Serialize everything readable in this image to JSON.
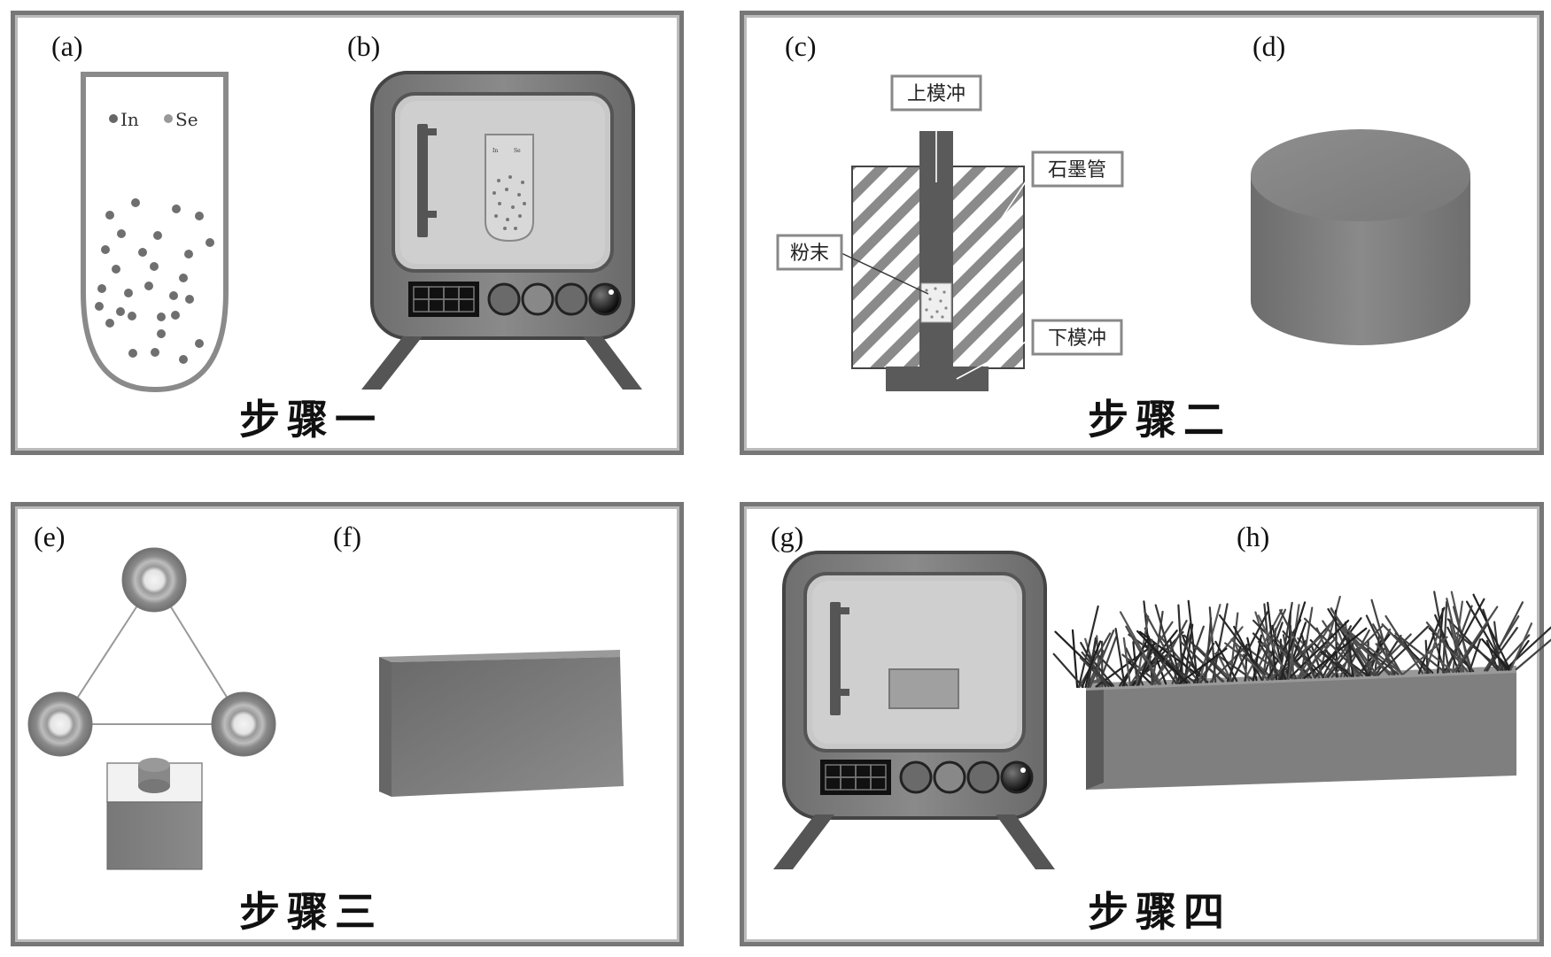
{
  "panels": [
    {
      "step_label": "步骤一",
      "sub_labels": [
        "(a)",
        "(b)"
      ]
    },
    {
      "step_label": "步骤二",
      "sub_labels": [
        "(c)",
        "(d)"
      ]
    },
    {
      "step_label": "步骤三",
      "sub_labels": [
        "(e)",
        "(f)"
      ]
    },
    {
      "step_label": "步骤四",
      "sub_labels": [
        "(g)",
        "(h)"
      ]
    }
  ],
  "legend": {
    "in": "In",
    "se": "Se"
  },
  "mini_legend": {
    "in": "In",
    "se": "Se"
  },
  "die_labels": {
    "upper_punch": "上模冲",
    "graphite_tube": "石墨管",
    "powder": "粉末",
    "lower_punch": "下模冲"
  },
  "colors": {
    "frame": "#777777",
    "dark_gray": "#555555",
    "mid_gray": "#888888",
    "light_gray": "#cccccc"
  }
}
